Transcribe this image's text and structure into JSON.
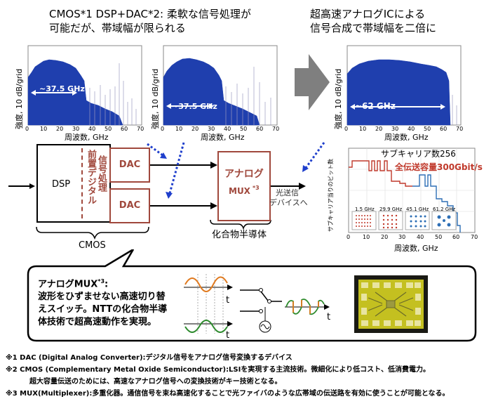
{
  "headers": {
    "left_line1": "CMOS*1 DSP+DAC*2: 柔軟な信号処理が",
    "left_line2": "可能だが、帯域幅が限られる",
    "right_line1": "超高速アナログICによる",
    "right_line2": "信号合成で帯域幅を二倍に"
  },
  "spectra": {
    "ylabel": "強度, 10 dB/grid",
    "xlabel": "周波数, GHz",
    "ticks": [
      "0",
      "10",
      "20",
      "30",
      "40",
      "50",
      "60",
      "70"
    ],
    "bw_left": "~37.5 GHz",
    "bw_mid": "~37.5 GHz",
    "bw_right": "~62 GHz"
  },
  "block": {
    "dsp": "DSP",
    "predigital_line1": "前置デジタル",
    "predigital_line2": "信号処理",
    "dac": "DAC",
    "mux_title": "アナログ",
    "mux_sub": "MUX",
    "mux_note": "*3",
    "output_line1": "光送信",
    "output_line2": "デバイスへ",
    "cmos": "CMOS",
    "compound": "化合物半導体"
  },
  "subcarrier_chart": {
    "title": "サブキャリア数256",
    "capacity": "全伝送容量300Gbit/s",
    "ylabel": "サブキャリア当りのビット数",
    "xlabel": "周波数, GHz",
    "ticks": [
      "0",
      "10",
      "20",
      "30",
      "40",
      "50",
      "60",
      "70"
    ],
    "modes": [
      "1.5 GHz",
      "29.9 GHz",
      "45.1 GHz",
      "61.2 GHz"
    ],
    "colors": {
      "red": "#c0392b",
      "blue": "#2e6fb5"
    }
  },
  "bubble": {
    "title": "アナログMUX",
    "title_note": "*3",
    "line1": "波形をひずませない高速切り替",
    "line2": "えスイッチ。NTTの化合物半導",
    "line3": "体技術で超高速動作を実現。",
    "t1": "t",
    "t2": "t",
    "t3": "t"
  },
  "notes": [
    "※1 DAC (Digital Analog Converter):デジタル信号をアナログ信号変換するデバイス",
    "※2 CMOS (Complementary Metal Oxide Semiconductor):LSIを実現する主流技術。微細化により低コスト、低消費電力。",
    "超大容量伝送のためには、高速なアナログ信号への変換技術がキー技術となる。",
    "※3 MUX(Multiplexer):多重化器。通信信号を束ね高速化することで光ファイバのような広帯域の伝送路を有効に使うことが可能となる。"
  ]
}
